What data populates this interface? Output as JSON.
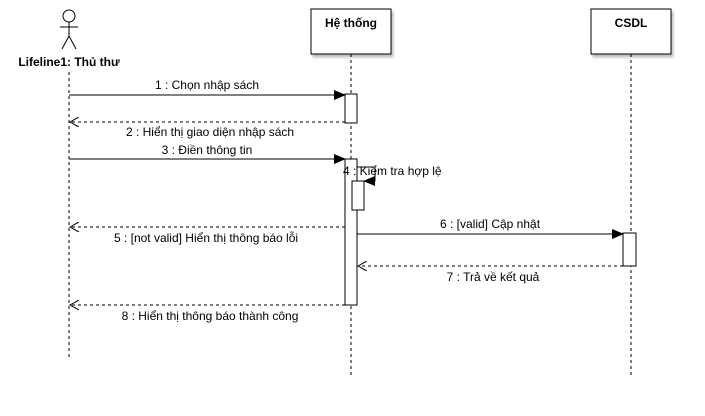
{
  "actor": {
    "name": "Lifeline1: Thủ thư"
  },
  "lifelines": [
    {
      "id": "system",
      "name": "Hệ thống"
    },
    {
      "id": "db",
      "name": "CSDL"
    }
  ],
  "messages": [
    {
      "label": "1 : Chọn nhập sách",
      "kind": "sync"
    },
    {
      "label": "2 : Hiển thị giao diện nhập sách",
      "kind": "return"
    },
    {
      "label": "3 : Điền thông tin",
      "kind": "sync"
    },
    {
      "label": "4 : Kiểm tra hợp lệ",
      "kind": "self"
    },
    {
      "label": "5 : [not valid] Hiển thị thông báo lỗi",
      "kind": "return"
    },
    {
      "label": "6 : [valid] Cập nhật",
      "kind": "sync"
    },
    {
      "label": "7 : Trả về kết quả",
      "kind": "return"
    },
    {
      "label": "8 : Hiển thị thông báo thành công",
      "kind": "return"
    }
  ]
}
